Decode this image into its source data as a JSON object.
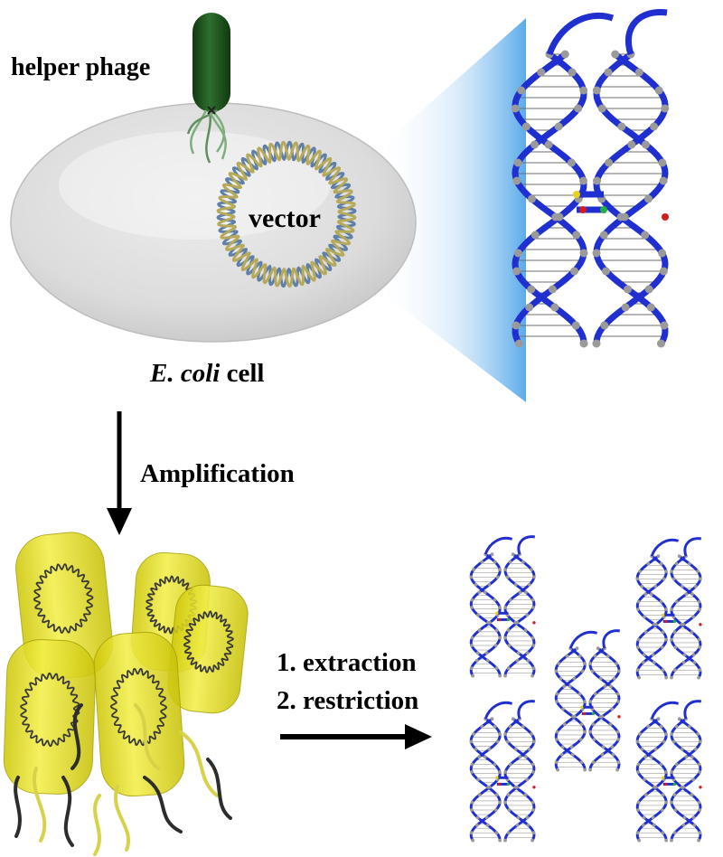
{
  "labels": {
    "helper_phage": "helper phage",
    "vector": "vector",
    "cell_italic": "E. coli",
    "cell_suffix": " cell",
    "amplification": "Amplification",
    "step1": "1. extraction",
    "step2": "2. restriction"
  },
  "colors": {
    "cell_fill": "#e2e2e2",
    "phage_green": "#1d4f1d",
    "dna_blue": "#1f2fd0",
    "dna_node": "#9a9a9a",
    "phage_yellow": "#e9e611",
    "arrow": "#000000"
  }
}
